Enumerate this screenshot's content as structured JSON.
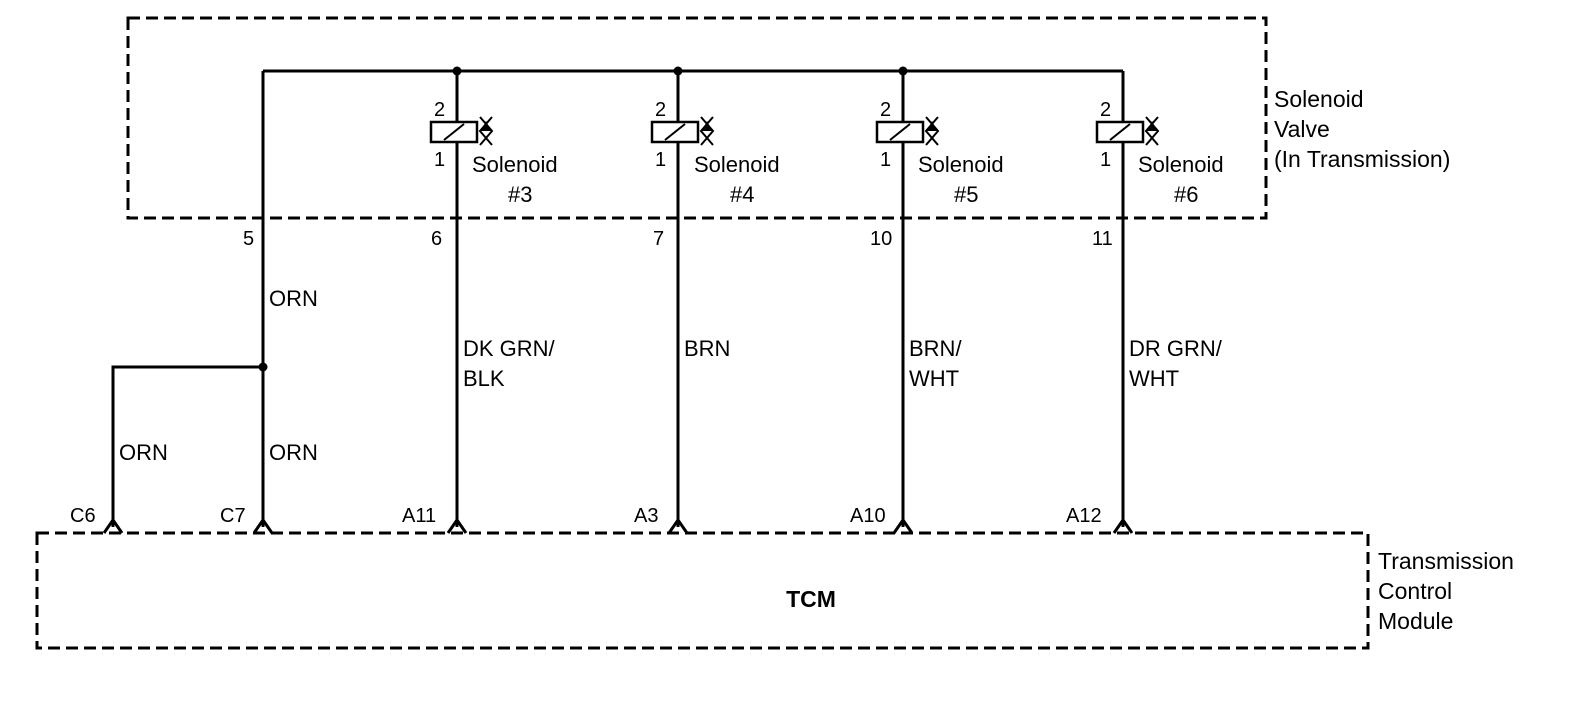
{
  "solenoid_box": {
    "label_lines": [
      "Solenoid",
      "Valve",
      "(In Transmission)"
    ]
  },
  "solenoids": [
    {
      "id": "s3",
      "top_pin": "2",
      "bottom_pin": "1",
      "name_line1": "Solenoid",
      "name_line2": "#3"
    },
    {
      "id": "s4",
      "top_pin": "2",
      "bottom_pin": "1",
      "name_line1": "Solenoid",
      "name_line2": "#4"
    },
    {
      "id": "s5",
      "top_pin": "2",
      "bottom_pin": "1",
      "name_line1": "Solenoid",
      "name_line2": "#5"
    },
    {
      "id": "s6",
      "top_pin": "2",
      "bottom_pin": "1",
      "name_line1": "Solenoid",
      "name_line2": "#6"
    }
  ],
  "circuits": {
    "power": {
      "harness_pin": "5",
      "color_upper": "ORN",
      "color_left": "ORN",
      "color_right": "ORN",
      "tcm_pin_left": "C6",
      "tcm_pin_right": "C7"
    },
    "s3": {
      "harness_pin": "6",
      "color_lines": [
        "DK GRN/",
        "BLK"
      ],
      "tcm_pin": "A11"
    },
    "s4": {
      "harness_pin": "7",
      "color_lines": [
        "BRN"
      ],
      "tcm_pin": "A3"
    },
    "s5": {
      "harness_pin": "10",
      "color_lines": [
        "BRN/",
        "WHT"
      ],
      "tcm_pin": "A10"
    },
    "s6": {
      "harness_pin": "11",
      "color_lines": [
        "DR GRN/",
        "WHT"
      ],
      "tcm_pin": "A12"
    }
  },
  "tcm_box": {
    "center_label": "TCM",
    "label_lines": [
      "Transmission",
      "Control",
      "Module"
    ]
  }
}
